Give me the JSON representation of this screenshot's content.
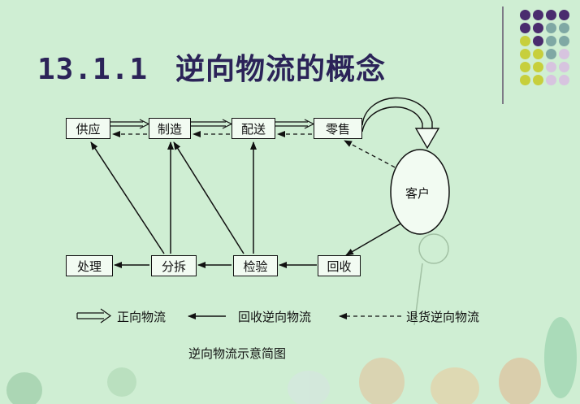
{
  "title": {
    "number": "13.1.1",
    "text": "逆向物流的概念"
  },
  "nodes": {
    "supply": "供应",
    "manufacture": "制造",
    "distribution": "配送",
    "retail": "零售",
    "customer": "客户",
    "disposal": "处理",
    "disassembly": "分拆",
    "inspection": "检验",
    "recovery": "回收"
  },
  "legend": {
    "forward": "正向物流",
    "recovery_reverse": "回收逆向物流",
    "return_reverse": "退货逆向物流"
  },
  "caption": "逆向物流示意简图",
  "colors": {
    "title": "#2b2358",
    "background": "#cfeed3",
    "dot_purple": "#4a2c6e",
    "dot_teal": "#7fa8a4",
    "dot_olive": "#c7cf3c",
    "dot_lilac": "#d7c4df"
  }
}
